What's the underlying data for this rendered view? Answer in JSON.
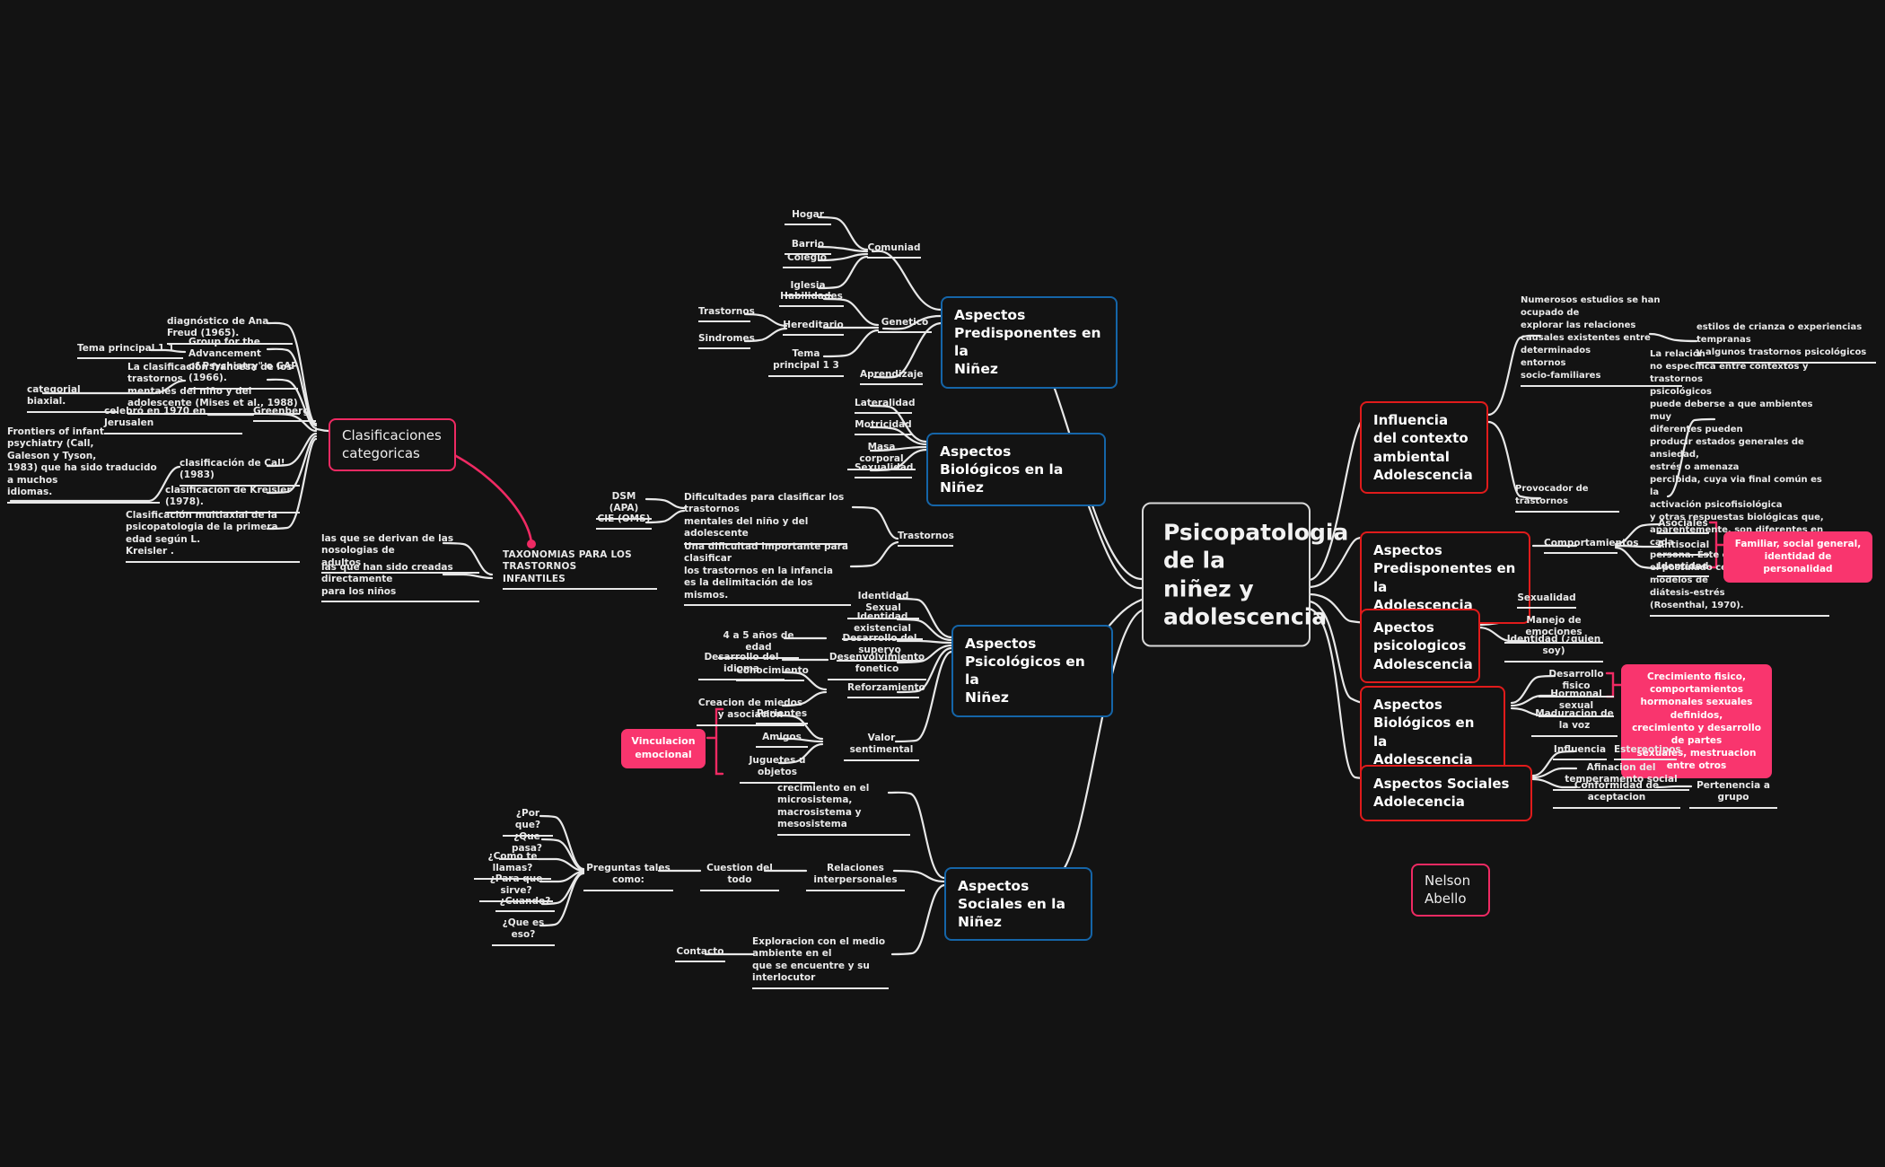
{
  "meta": {
    "title": "Psicopatologia de la niñez y adolescencia",
    "background": "#131313",
    "colors": {
      "line": "#e8e8e8",
      "accent_blue": "#1565a8",
      "accent_red": "#e01b1b",
      "accent_pink": "#ef2a63",
      "fill_pink": "#f9356e",
      "text": "#ececec"
    }
  },
  "root": {
    "label": "Psicopatologia de la\nniñez y adolescencia"
  },
  "author": {
    "label": "Nelson Abello"
  },
  "branch_predisponentes_ninez": {
    "label": "Aspectos Predisponentes en la\nNiñez",
    "children": [
      {
        "label": "Comuniad",
        "children": [
          {
            "label": "Hogar"
          },
          {
            "label": "Barrio"
          },
          {
            "label": "Colegio"
          },
          {
            "label": "Iglesia"
          }
        ]
      },
      {
        "label": "Genetico",
        "children": [
          {
            "label": "Habilidades"
          },
          {
            "label": "Hereditario",
            "children": [
              {
                "label": "Trastornos"
              },
              {
                "label": "Sindromes"
              }
            ]
          },
          {
            "label": "Tema principal 1 3"
          }
        ]
      },
      {
        "label": "Aprendizaje"
      }
    ]
  },
  "branch_biologicos_ninez": {
    "label": "Aspectos Biológicos en la Niñez",
    "children": [
      {
        "label": "Lateralidad"
      },
      {
        "label": "Motricidad"
      },
      {
        "label": "Masa corporal"
      },
      {
        "label": "Sexualidad"
      }
    ]
  },
  "branch_psicologicos_ninez": {
    "label": "Aspectos Psicológicos en la\nNiñez",
    "children": [
      {
        "label": "Identidad Sexual"
      },
      {
        "label": "Identidad existencial"
      },
      {
        "label": "Desarrollo del superyo",
        "children": [
          {
            "label": "4 a 5 años de edad"
          }
        ]
      },
      {
        "label": "Desenvolvimiento fonetico",
        "children": [
          {
            "label": "Desarrollo del idioma"
          }
        ]
      },
      {
        "label": "Reforzamiento",
        "children": [
          {
            "label": "Conocimiento"
          },
          {
            "label": "Creacion de miedos y asociacion"
          }
        ]
      },
      {
        "label": "Valor sentimental",
        "children": [
          {
            "label": "Parientes"
          },
          {
            "label": "Amigos"
          },
          {
            "label": "Juguetes u objetos"
          }
        ],
        "callout": "Vinculacion emocional"
      }
    ]
  },
  "branch_sociales_ninez": {
    "label": "Aspectos Sociales en la Niñez",
    "children": [
      {
        "label": "crecimiento en el microsistema,\nmacrosistema y mesosistema"
      },
      {
        "label": "Relaciones interpersonales",
        "children": [
          {
            "label": "Cuestion del todo",
            "children": [
              {
                "label": "Preguntas tales como:",
                "children": [
                  {
                    "label": "¿Por que?"
                  },
                  {
                    "label": "¿Que pasa?"
                  },
                  {
                    "label": "¿Como te llamas?"
                  },
                  {
                    "label": "¿Para que sirve?"
                  },
                  {
                    "label": "¿Cuando?"
                  },
                  {
                    "label": "¿Que es eso?"
                  }
                ]
              }
            ]
          }
        ]
      },
      {
        "label": "Exploracion con el medio ambiente en el\nque se encuentre y su interlocutor",
        "children": [
          {
            "label": "Contacto"
          }
        ]
      }
    ]
  },
  "branch_contexto_adolescencia": {
    "label": "Influencia del contexto\nambiental Adolescencia",
    "children": [
      {
        "label": "Numerosos estudios se han ocupado de\nexplorar las relaciones\ncausales existentes entre determinados\nentornos\nsocio-familiares",
        "children": [
          {
            "label": "estilos de crianza o experiencias tempranas\ny algunos trastornos psicológicos"
          }
        ]
      },
      {
        "label": "Provocador de trastornos",
        "children": [
          {
            "label": "La relación\nno especifica entre contextos y trastornos\npsicológicos\npuede deberse a que ambientes muy\ndiferentes pueden\nproducir estados generales de ansiedad,\nestrés o amenaza\npercibida, cuya via final común es la\nactivación psicofisiológica\ny otras respuestas biológicas que,\naparentemente, son diferentes en cada\npersona. Éste es\nel postulado central de los modelos de\ndiátesis-estrés\n(Rosenthal, 1970)."
          }
        ]
      }
    ]
  },
  "branch_predisponentes_adolescencia": {
    "label": "Aspectos Predisponentes en la\nAdolescencia",
    "children": [
      {
        "label": "Comportamientos",
        "children": [
          {
            "label": "Asociales"
          },
          {
            "label": "Antisocial"
          },
          {
            "label": "Identidad"
          }
        ],
        "callout": "Familiar, social general, identidad de\npersonalidad"
      }
    ]
  },
  "branch_psicologicos_adolescencia": {
    "label": "Apectos psicologicos\nAdolescencia",
    "children": [
      {
        "label": "Sexualidad"
      },
      {
        "label": "Manejo de emociones"
      },
      {
        "label": "Identidad (¿quien soy)"
      }
    ]
  },
  "branch_biologicos_adolescencia": {
    "label": "Aspectos Biológicos en la\nAdolescencia",
    "children": [
      {
        "label": "Desarrollo fisico"
      },
      {
        "label": "Hormonal sexual"
      },
      {
        "label": "Maduracion de la voz"
      }
    ],
    "callout": "Crecimiento fisico, comportamientos\nhormonales sexuales definidos,\ncrecimiento y desarrollo de partes\nsexuales, mestruacion entre otros"
  },
  "branch_sociales_adolescencia": {
    "label": "Aspectos Sociales Adolecencia",
    "children": [
      {
        "label": "Influencia",
        "children": [
          {
            "label": "Estereotipos"
          }
        ]
      },
      {
        "label": "Afinacion del temperamento social"
      },
      {
        "label": "Conformidad de aceptacion",
        "children": [
          {
            "label": "Pertenencia a grupo"
          }
        ]
      }
    ]
  },
  "branch_clasificaciones": {
    "label": "Clasificaciones categoricas",
    "children": [
      {
        "label": "diagnóstico de Ana Freud (1965)."
      },
      {
        "label": "Group for the Advancement\nof Psychiatry\" o GAP (1966).",
        "children": [
          {
            "label": "Tema principal 1 1"
          }
        ]
      },
      {
        "label": "La clasificación francesa de los trastornos\nmentales del niño y del\nadolescente (Mises et al., 1988)",
        "children": [
          {
            "label": "categorial biaxial."
          }
        ]
      },
      {
        "label": "celebró en 1970 en Jerusalen",
        "children": [
          {
            "label": "Greenberg"
          }
        ]
      },
      {
        "label": "clasificación de Cal! (1983)",
        "children": [
          {
            "label": "Frontiers of infant psychiatry (Call,\nGaleson y Tyson,\n1983) que ha sido traducido a muchos\nidiomas."
          }
        ]
      },
      {
        "label": "clasificación de Kreisler (1978)."
      },
      {
        "label": "Clasificación multiaxial de la\npsicopatologia de la primera edad según L.\nKreisler ."
      }
    ]
  },
  "branch_taxonomias": {
    "label": "TAXONOMIAS PARA LOS TRASTORNOS\nINFANTILES",
    "children": [
      {
        "label": "las que se derivan de las nosologias de\nadultos"
      },
      {
        "label": "las que han sido creadas directamente\npara los niños"
      }
    ]
  },
  "branch_trastornos": {
    "label": "Trastornos",
    "children": [
      {
        "label": "Dificultades para clasificar los trastornos\nmentales del niño y del adolescente",
        "children": [
          {
            "label": "DSM (APA)"
          },
          {
            "label": "CIE (OMS)"
          }
        ]
      },
      {
        "label": "Una dificultad importante para clasificar\nlos trastornos en la infancia\nes la delimitación de los mismos."
      }
    ]
  }
}
